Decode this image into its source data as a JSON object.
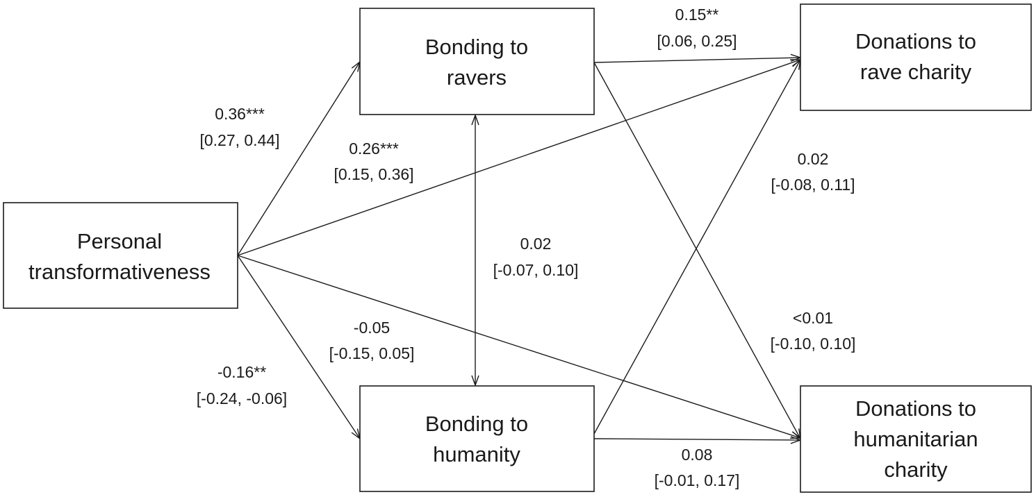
{
  "nodes": {
    "personal": {
      "line1": "Personal",
      "line2": "transformativeness"
    },
    "bonding_ravers": {
      "line1": "Bonding to",
      "line2": "ravers"
    },
    "bonding_humanity": {
      "line1": "Bonding to",
      "line2": "humanity"
    },
    "donations_rave": {
      "line1": "Donations to",
      "line2": "rave charity"
    },
    "donations_humanitarian": {
      "line1": "Donations to",
      "line2": "humanitarian",
      "line3": "charity"
    }
  },
  "edges": {
    "personal_to_ravers": {
      "coef": "0.36***",
      "ci": "[0.27, 0.44]"
    },
    "personal_to_rave_charity": {
      "coef": "0.26***",
      "ci": "[0.15, 0.36]"
    },
    "personal_to_humanitarian_charity": {
      "coef": "-0.05",
      "ci": "[-0.15, 0.05]"
    },
    "personal_to_humanity": {
      "coef": "-0.16**",
      "ci": "[-0.24, -0.06]"
    },
    "ravers_humanity_covariance": {
      "coef": "0.02",
      "ci": "[-0.07, 0.10]"
    },
    "ravers_to_rave_charity": {
      "coef": "0.15**",
      "ci": "[0.06, 0.25]"
    },
    "humanity_to_rave_charity": {
      "coef": "0.02",
      "ci": "[-0.08, 0.11]"
    },
    "ravers_to_humanitarian_charity": {
      "coef": "<0.01",
      "ci": "[-0.10, 0.10]"
    },
    "humanity_to_humanitarian_charity": {
      "coef": "0.08",
      "ci": "[-0.01, 0.17]"
    }
  },
  "colors": {
    "stroke": "#1a1a1a",
    "background": "#ffffff"
  }
}
